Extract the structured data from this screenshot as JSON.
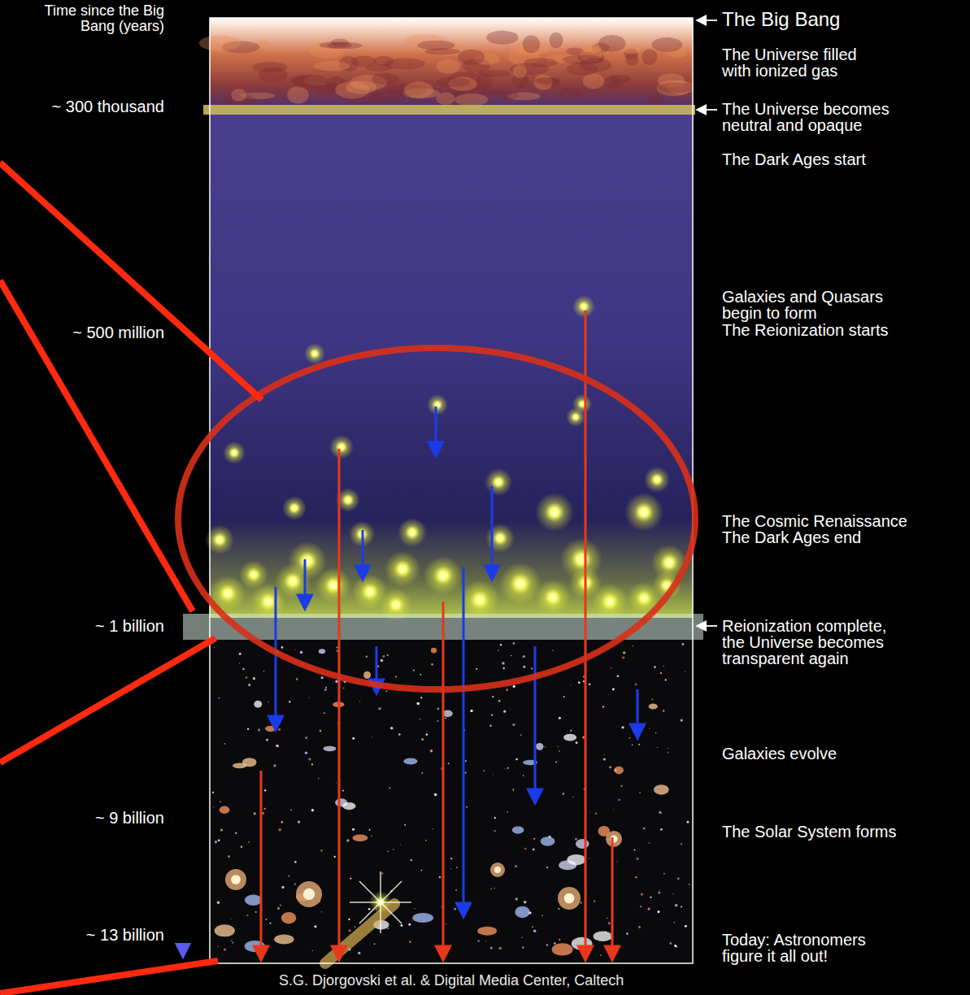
{
  "diagram": {
    "caption": "S.G. Djorgovski et al. & Digital Media Center, Caltech",
    "labels": [
      "Time since the Big Bang (years)",
      "~ 300 thousand",
      "~ 500 million",
      "~ 1 billion",
      "~ 9 billion",
      "~ 13 billion",
      "The Big Bang",
      "The Universe filled with ionized gas",
      "The Universe becomes neutral and opaque",
      "The Dark Ages start",
      "Galaxies and Quasars begin to form",
      "The Reionization starts",
      "The Cosmic Renaissance",
      "The Dark Ages end",
      "Reionization complete, the Universe becomes transparent again",
      "Galaxies evolve",
      "The Solar System forms",
      "Today: Astronomers figure it all out!"
    ]
  }
}
